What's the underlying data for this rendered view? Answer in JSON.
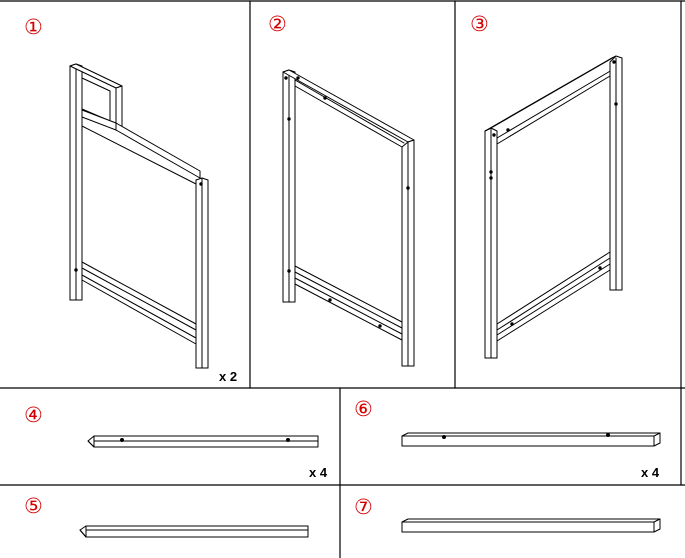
{
  "steps": {
    "s1": {
      "label": "①",
      "qty": "x 2"
    },
    "s2": {
      "label": "②"
    },
    "s3": {
      "label": "③"
    },
    "s4": {
      "label": "④",
      "qty": "x 4"
    },
    "s5": {
      "label": "⑤"
    },
    "s6": {
      "label": "⑥",
      "qty": "x 4"
    },
    "s7": {
      "label": "⑦"
    }
  },
  "colors": {
    "label": "#d40000",
    "line": "#000000"
  }
}
